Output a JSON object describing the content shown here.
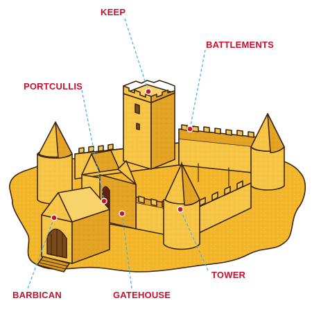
{
  "labels": {
    "keep": "KEEP",
    "battlements": "BATTLEMENTS",
    "portcullis": "PORTCULLIS",
    "tower": "TOWER",
    "barbican": "BARBICAN",
    "gatehouse": "GATEHOUSE"
  },
  "colors": {
    "label": "#c8102e",
    "leader_line": "#4ab0e0",
    "sand": "#f4b72a",
    "sand_light": "#f7d36a",
    "sand_shadow": "#d99a1a",
    "outline": "#3b2410",
    "marker": "#d0102a"
  }
}
